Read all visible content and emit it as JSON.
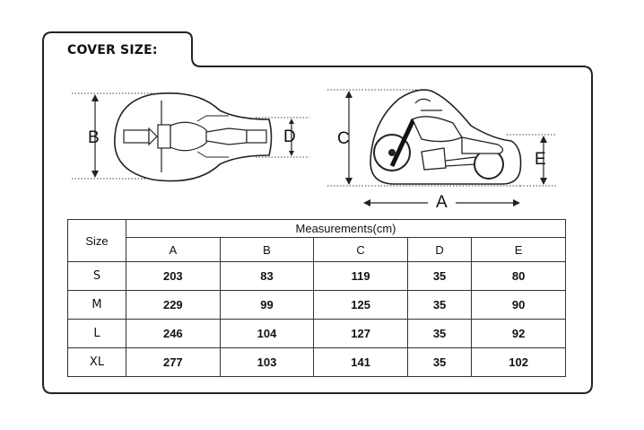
{
  "title": "COVER SIZE:",
  "top_view": {
    "label_b": "B",
    "label_d": "D"
  },
  "side_view": {
    "label_c": "C",
    "label_e": "E",
    "label_a": "A"
  },
  "table": {
    "size_header": "Size",
    "measurements_header": "Measurements(cm)",
    "columns": [
      "A",
      "B",
      "C",
      "D",
      "E"
    ],
    "rows": [
      {
        "size": "S",
        "values": [
          "203",
          "83",
          "119",
          "35",
          "80"
        ]
      },
      {
        "size": "M",
        "values": [
          "229",
          "99",
          "125",
          "35",
          "90"
        ]
      },
      {
        "size": "L",
        "values": [
          "246",
          "104",
          "127",
          "35",
          "92"
        ]
      },
      {
        "size": "XL",
        "values": [
          "277",
          "103",
          "141",
          "35",
          "102"
        ]
      }
    ]
  }
}
